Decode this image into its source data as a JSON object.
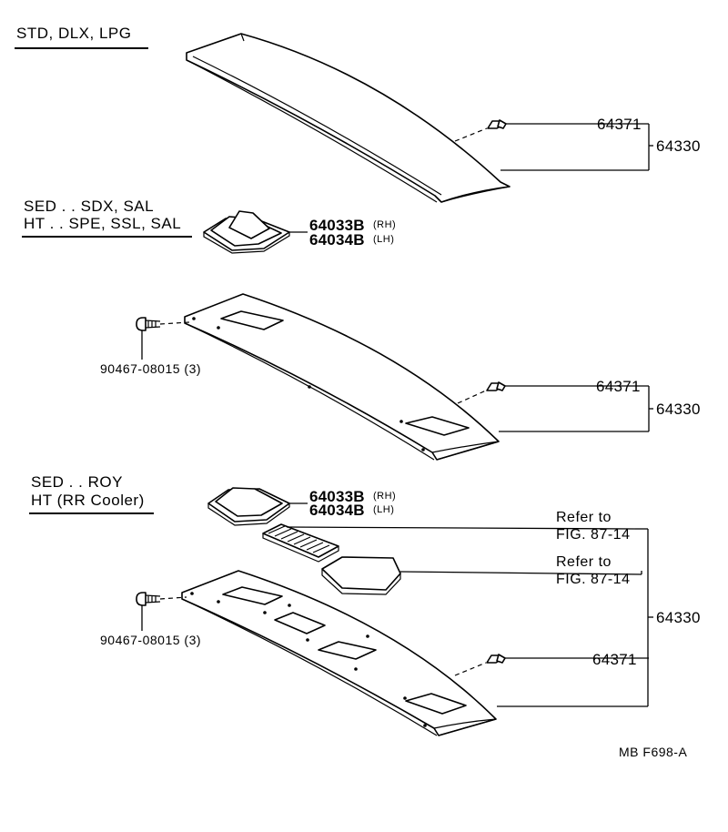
{
  "section1": {
    "heading": "STD, DLX, LPG",
    "clip_pn": "64371",
    "board_pn": "64330"
  },
  "section2": {
    "heading_line1": "SED . . SDX, SAL",
    "heading_line2": "HT . . SPE, SSL, SAL",
    "cover_rh_pn": "64033B",
    "cover_rh_suffix": "(RH)",
    "cover_lh_pn": "64034B",
    "cover_lh_suffix": "(LH)",
    "screw_pn": "90467-08015 (3)",
    "clip_pn": "64371",
    "board_pn": "64330"
  },
  "section3": {
    "heading_line1": "SED . . ROY",
    "heading_line2": "HT (RR Cooler)",
    "cover_rh_pn": "64033B",
    "cover_rh_suffix": "(RH)",
    "cover_lh_pn": "64034B",
    "cover_lh_suffix": "(LH)",
    "ref1_line1": "Refer to",
    "ref1_line2": "FIG. 87-14",
    "ref2_line1": "Refer to",
    "ref2_line2": "FIG. 87-14",
    "board_pn": "64330",
    "screw_pn": "90467-08015 (3)",
    "clip_pn": "64371"
  },
  "figure_code": "MB  F698-A",
  "colors": {
    "ink": "#000000",
    "background": "#ffffff"
  }
}
